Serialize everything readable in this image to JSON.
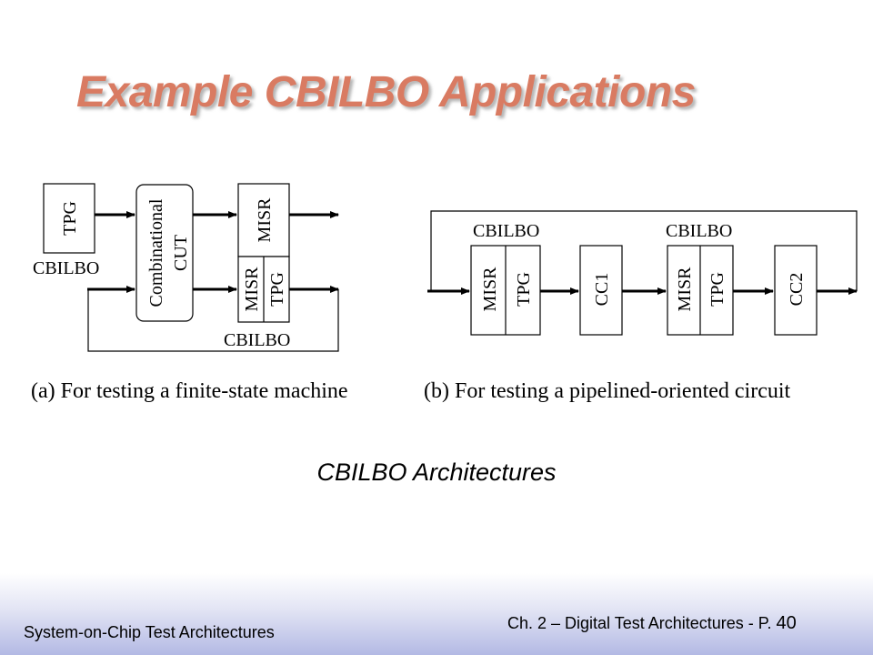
{
  "slide": {
    "title": "Example CBILBO Applications",
    "caption": "CBILBO Architectures",
    "footer_left": "System-on-Chip Test Architectures",
    "footer_right": "Ch. 2 – Digital Test Architectures - P.",
    "page_number": "40"
  },
  "diagram_a": {
    "tpg": "TPG",
    "comb_line1": "Combinational",
    "comb_line2": "CUT",
    "misr_top": "MISR",
    "misr_bottom": "MISR",
    "tpg_bottom": "TPG",
    "cbilbo_left": "CBILBO",
    "cbilbo_bottom": "CBILBO",
    "caption": "(a) For testing a finite-state machine"
  },
  "diagram_b": {
    "cbilbo1": "CBILBO",
    "cbilbo2": "CBILBO",
    "misr1": "MISR",
    "tpg1": "TPG",
    "cc1": "CC1",
    "misr2": "MISR",
    "tpg2": "TPG",
    "cc2": "CC2",
    "caption": "(b) For testing a pipelined-oriented circuit"
  },
  "colors": {
    "title": "#d97b62",
    "footer_gradient_end": "#b3b9e4"
  }
}
